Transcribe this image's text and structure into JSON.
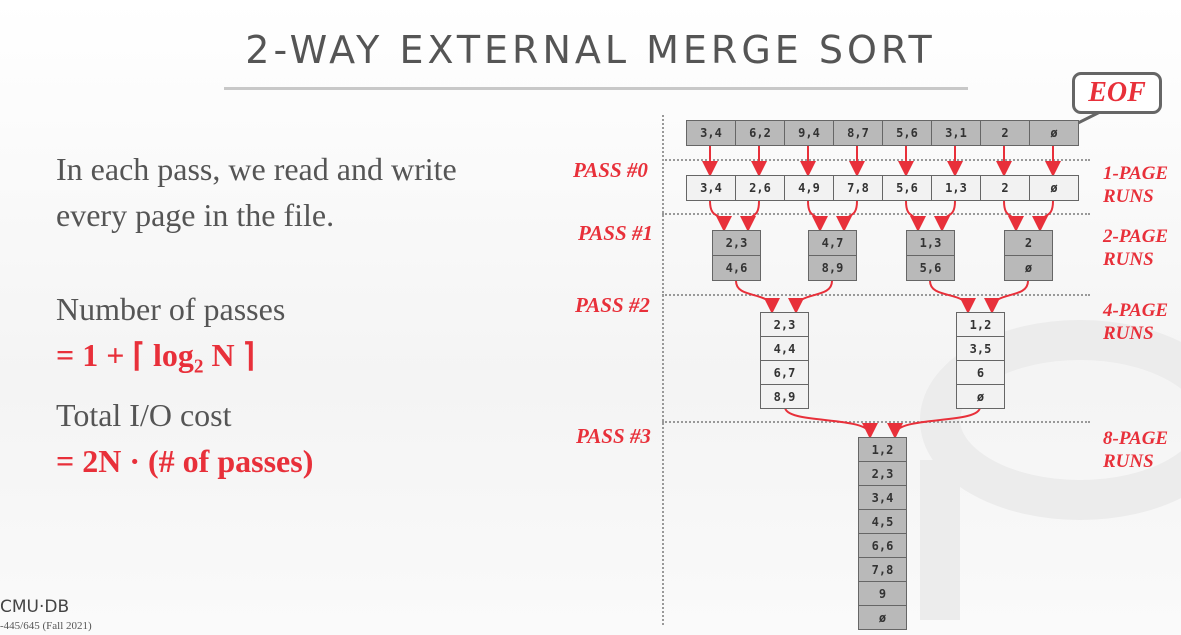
{
  "title": "2-WAY EXTERNAL MERGE SORT",
  "text": {
    "intro_line1": "In each pass, we read and write",
    "intro_line2": "every page in the file.",
    "passes_label": "Number of passes",
    "passes_formula": "= 1 + ⌈ log₂ N ⌉",
    "cost_label": "Total I/O cost",
    "cost_formula": "= 2N · (# of passes)"
  },
  "diagram": {
    "eof": "EOF",
    "input": [
      "3,4",
      "6,2",
      "9,4",
      "8,7",
      "5,6",
      "3,1",
      "2",
      "ø"
    ],
    "pass0": [
      "3,4",
      "2,6",
      "4,9",
      "7,8",
      "5,6",
      "1,3",
      "2",
      "ø"
    ],
    "pass1": [
      [
        "2,3",
        "4,6"
      ],
      [
        "4,7",
        "8,9"
      ],
      [
        "1,3",
        "5,6"
      ],
      [
        "2",
        "ø"
      ]
    ],
    "pass2": [
      [
        "2,3",
        "4,4",
        "6,7",
        "8,9"
      ],
      [
        "1,2",
        "3,5",
        "6",
        "ø"
      ]
    ],
    "pass3": [
      "1,2",
      "2,3",
      "3,4",
      "4,5",
      "6,6",
      "7,8",
      "9",
      "ø"
    ],
    "pass_labels": [
      "PASS #0",
      "PASS #1",
      "PASS #2",
      "PASS #3"
    ],
    "run_labels": [
      [
        "1-PAGE",
        "RUNS"
      ],
      [
        "2-PAGE",
        "RUNS"
      ],
      [
        "4-PAGE",
        "RUNS"
      ],
      [
        "8-PAGE",
        "RUNS"
      ]
    ]
  },
  "footer": {
    "logo": "CMU·DB",
    "course": "-445/645 (Fall 2021)"
  }
}
